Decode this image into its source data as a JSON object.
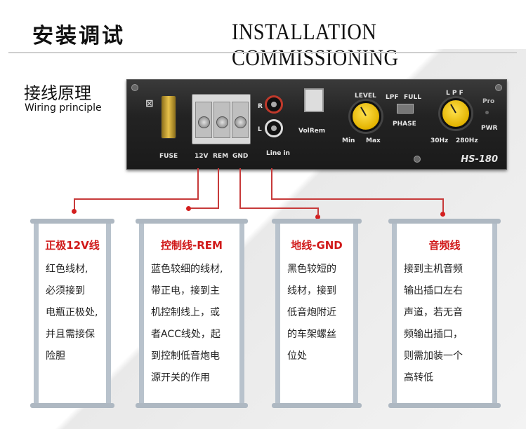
{
  "header": {
    "title_cn": "安装调试",
    "title_en": "INSTALLATION COMMISSIONING"
  },
  "section": {
    "title_cn": "接线原理",
    "title_en": "Wiring principle"
  },
  "panel": {
    "fuse_label": "FUSE",
    "terminal_labels": [
      "12V",
      "REM",
      "GND"
    ],
    "rca_labels": [
      "R",
      "L"
    ],
    "line_in_label": "Line in",
    "volrem_label": "VolRem",
    "level_label": "LEVEL",
    "level_min": "Min",
    "level_max": "Max",
    "lpf_label": "LPF",
    "full_label": "FULL",
    "phase_label": "PHASE",
    "lpf_knob_label": "L P F",
    "lpf_min": "30Hz",
    "lpf_max": "280Hz",
    "pro_label": "Pro",
    "pwr_label": "PWR",
    "model": "HS-180"
  },
  "colors": {
    "accent": "#d01818",
    "scroll_rod": "#b8c2cc"
  },
  "scrolls": [
    {
      "title": "正极12V线",
      "lines": [
        "红色线材,",
        "必须接到",
        "电瓶正极处,",
        "并且需接保",
        "险胆"
      ]
    },
    {
      "title": "控制线-REM",
      "lines": [
        "蓝色较细的线材,",
        "带正电，接到主",
        "机控制线上，或",
        "者ACC线处，起",
        "到控制低音炮电",
        "源开关的作用"
      ]
    },
    {
      "title": "地线-GND",
      "lines": [
        "黑色较短的",
        "线材，接到",
        "低音炮附近",
        "的车架螺丝",
        "位处"
      ]
    },
    {
      "title": "音频线",
      "lines": [
        "接到主机音频",
        "输出插口左右",
        "声道，若无音",
        "频输出插口，",
        "则需加装一个",
        "高转低"
      ]
    }
  ]
}
